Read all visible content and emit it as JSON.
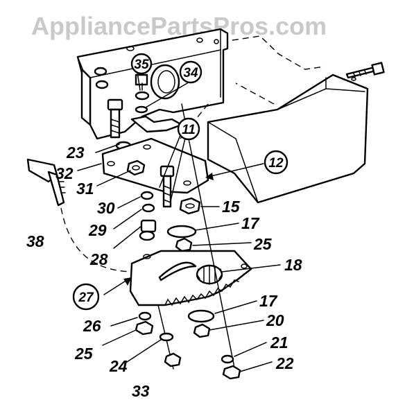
{
  "watermark": "AppliancePartsPros.com",
  "callouts": {
    "p11": "11",
    "p12": "12",
    "p15": "15",
    "p17a": "17",
    "p17b": "17",
    "p18": "18",
    "p20": "20",
    "p21": "21",
    "p22": "22",
    "p23": "23",
    "p24": "24",
    "p25a": "25",
    "p25b": "25",
    "p26": "26",
    "p27": "27",
    "p28": "28",
    "p29": "29",
    "p30": "30",
    "p31": "31",
    "p32": "32",
    "p33": "33",
    "p34": "34",
    "p35": "35",
    "p38": "38"
  }
}
